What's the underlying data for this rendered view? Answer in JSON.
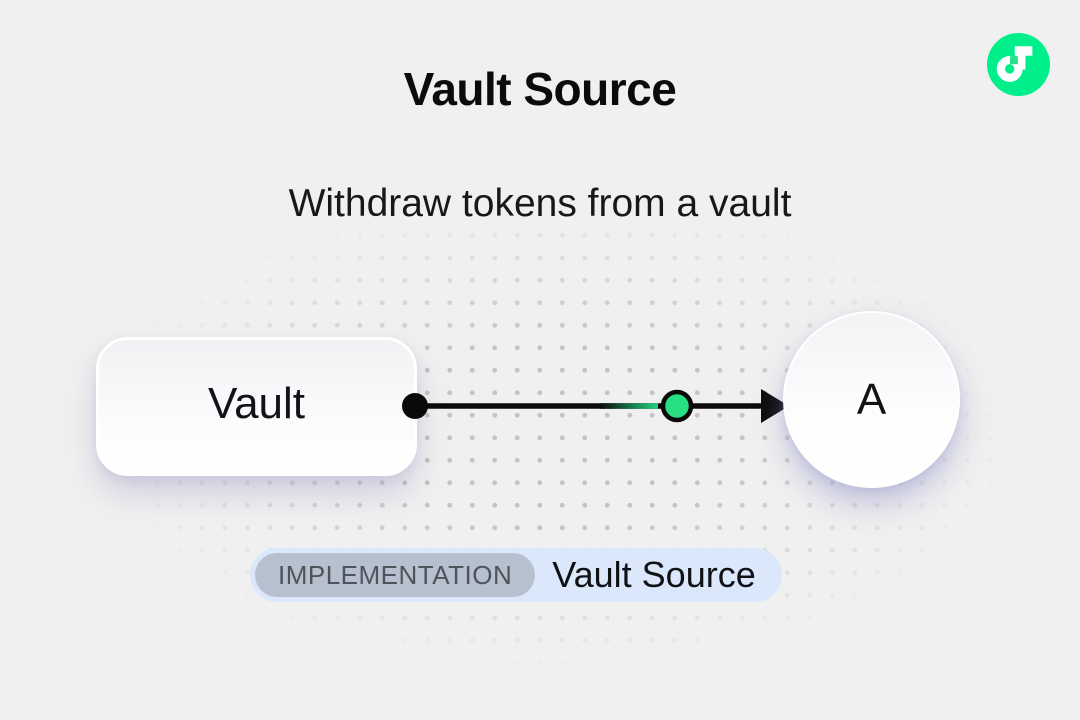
{
  "header": {
    "title": "Vault Source",
    "subtitle": "Withdraw tokens from a vault"
  },
  "logo": {
    "name": "flow-logo"
  },
  "diagram": {
    "source_node": {
      "label": "Vault"
    },
    "target_node": {
      "label": "A"
    }
  },
  "badge": {
    "tag": "IMPLEMENTATION",
    "label": "Vault Source"
  },
  "colors": {
    "page_background": "#F0F0F0",
    "dot_grid": "#C3C3C3",
    "flow_green": "#00EF8B",
    "flow_square_green": "#29E08C",
    "token_dot_green": "#27E084",
    "arrow_black": "#0A0A0A",
    "badge_background": "#DBE7FB",
    "tag_background": "#B6C0CF"
  }
}
